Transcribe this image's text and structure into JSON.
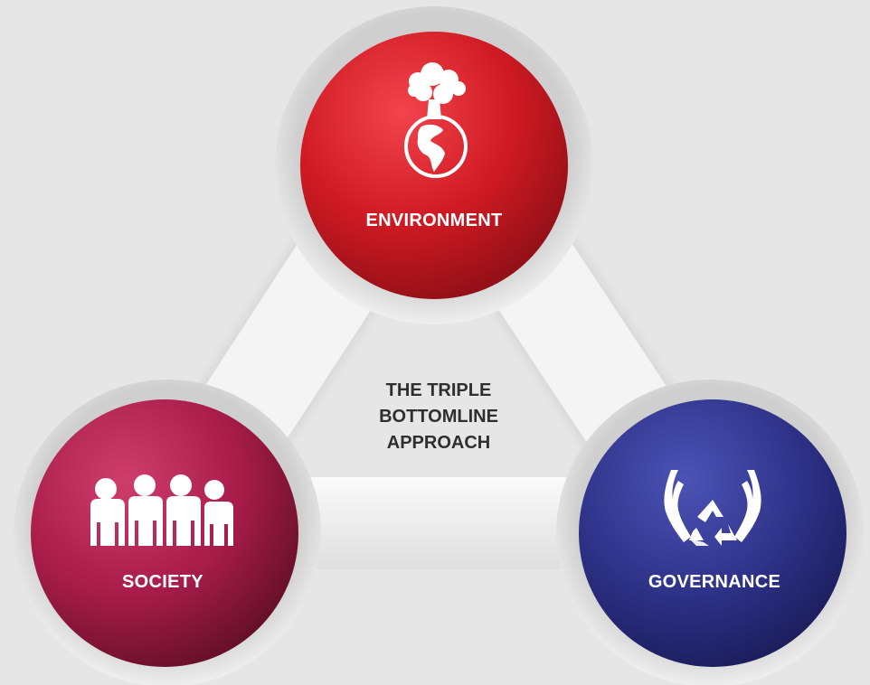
{
  "diagram": {
    "center_title": [
      "THE TRIPLE",
      "BOTTOMLINE",
      "APPROACH"
    ],
    "nodes": {
      "environment": {
        "label": "ENVIRONMENT",
        "icon": "earth-with-cloud-icon",
        "color": "#d01a23"
      },
      "society": {
        "label": "SOCIETY",
        "icon": "people-group-icon",
        "color": "#a81c4a"
      },
      "governance": {
        "label": "GOVERNANCE",
        "icon": "hands-recycle-icon",
        "color": "#2e3288"
      }
    },
    "colors": {
      "background": "#e6e6e6",
      "connector": "#f4f4f4",
      "ring": "#d9d9d9",
      "text_dark": "#2f2f2f"
    }
  }
}
